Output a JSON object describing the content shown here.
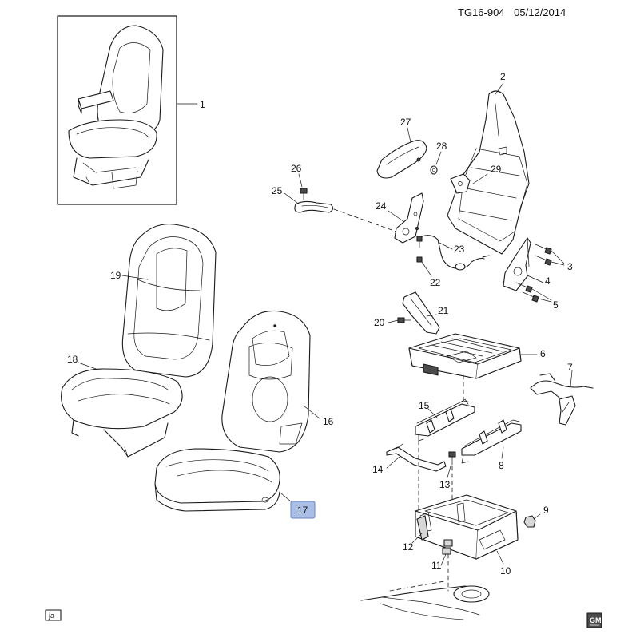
{
  "header": {
    "figure_id": "TG16-904",
    "date": "05/12/2014"
  },
  "callouts": [
    "1",
    "2",
    "3",
    "4",
    "5",
    "6",
    "7",
    "8",
    "9",
    "10",
    "11",
    "12",
    "13",
    "14",
    "15",
    "16",
    "17",
    "18",
    "19",
    "20",
    "21",
    "22",
    "23",
    "24",
    "25",
    "26",
    "27",
    "28",
    "29"
  ],
  "highlighted_callout": "17",
  "footer": {
    "author_tag": "ja",
    "logo_text": "GM"
  }
}
